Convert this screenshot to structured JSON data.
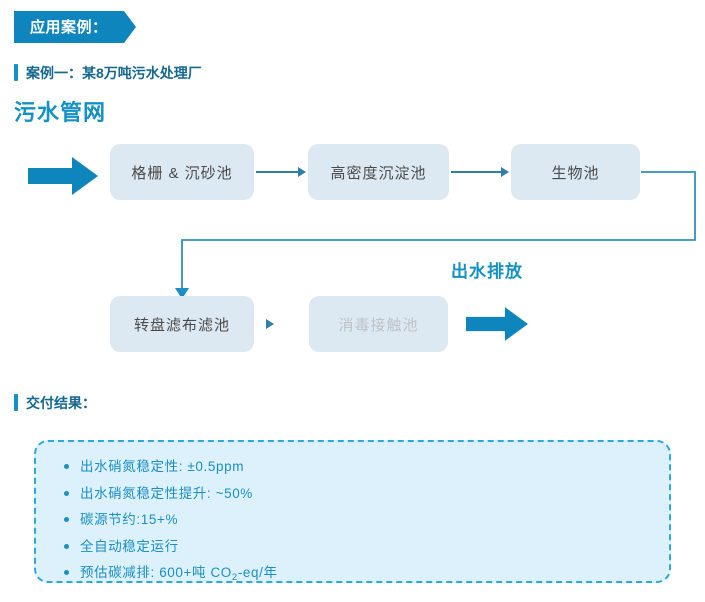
{
  "section": {
    "badge_label": "应用案例：",
    "badge_color": "#0e86bd"
  },
  "case": {
    "heading": "案例一：某8万吨污水处理厂",
    "heading_color": "#15688f",
    "accent_bar_color": "#1391c6"
  },
  "diagram": {
    "title": "污水管网",
    "title_color": "#1391c6",
    "node_fill": "#dde9f2",
    "node_text_color": "#4a4a4a",
    "muted_text_color": "#bcc3c7",
    "connector_color": "#2f7fa8",
    "block_arrow_color": "#0e86bd",
    "nodes": [
      {
        "id": "grit",
        "label": "格栅 & 沉砂池",
        "state": "active"
      },
      {
        "id": "sedimentation",
        "label": "高密度沉淀池",
        "state": "active"
      },
      {
        "id": "bio",
        "label": "生物池",
        "state": "active"
      },
      {
        "id": "filter",
        "label": "转盘滤布滤池",
        "state": "active"
      },
      {
        "id": "disinfect",
        "label": "消毒接触池",
        "state": "muted"
      }
    ],
    "outlet_label": "出水排放",
    "inlet_arrow_name": "influent-arrow",
    "outlet_arrow_name": "effluent-arrow"
  },
  "deliverable": {
    "heading": "交付结果：",
    "panel_fill": "#dcf1fb",
    "panel_border": "#2ba8dc",
    "text_color": "#1a8fc4",
    "items": [
      {
        "text": "出水硝氮稳定性: ±0.5ppm"
      },
      {
        "text": "出水硝氮稳定性提升: ~50%"
      },
      {
        "text": "碳源节约:15+%"
      },
      {
        "text": "全自动稳定运行"
      },
      {
        "text": "预估碳减排: 600+吨 CO",
        "sub": "2",
        "tail": "-eq/年"
      }
    ]
  }
}
